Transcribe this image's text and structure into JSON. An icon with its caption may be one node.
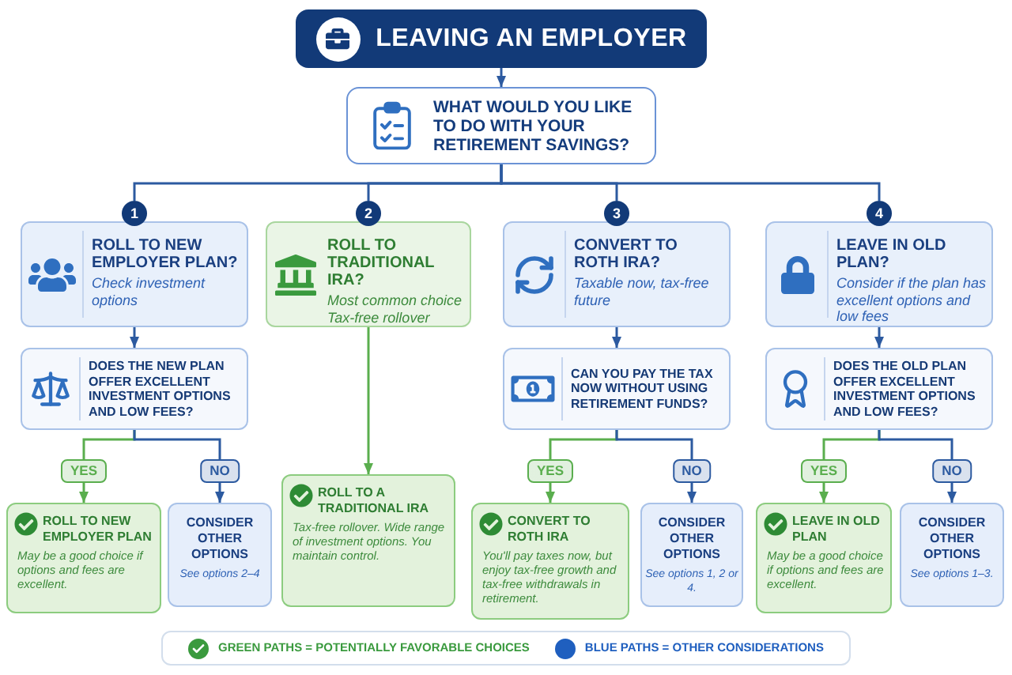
{
  "diagram": {
    "nodes": [
      {
        "text": [
          "LEAVING AN EMPLOYER"
        ]
      },
      {
        "text": [
          "WHAT WOULD YOU LIKE TO DO WITH YOUR RETIREMENT SAVINGS?"
        ]
      },
      {
        "text": [
          "1",
          "ROLL TO NEW EMPLOYER PLAN?",
          "Check investment options"
        ]
      },
      {
        "text": [
          "DOES THE NEW PLAN OFFER EXCELLENT INVESTMENT OPTIONS AND LOW FEES?"
        ]
      },
      {
        "text": [
          "ROLL TO NEW EMPLOYER PLAN",
          "May be a good choice if options and fees are excellent."
        ]
      },
      {
        "text": [
          "CONSIDER OTHER OPTIONS",
          "See options 2–4"
        ]
      },
      {
        "text": [
          "2",
          "ROLL TO TRADITIONAL IRA?",
          "Most common choice",
          "Tax-free rollover"
        ]
      },
      {
        "text": [
          "ROLL TO A TRADITIONAL IRA",
          "Tax-free rollover. Wide range of investment options. You maintain control."
        ]
      },
      {
        "text": [
          "3",
          "CONVERT TO ROTH IRA?",
          "Taxable now, tax-free future"
        ]
      },
      {
        "text": [
          "CAN YOU PAY THE TAX NOW WITHOUT USING RETIREMENT FUNDS?"
        ]
      },
      {
        "text": [
          "CONVERT TO ROTH IRA",
          "You'll pay taxes now, but enjoy tax-free growth and tax-free withdrawals in retirement."
        ]
      },
      {
        "text": [
          "CONSIDER OTHER OPTIONS",
          "See options 1, 2 or 4."
        ]
      },
      {
        "text": [
          "4",
          "LEAVE IN OLD PLAN?",
          "Consider if the plan has excellent options and low fees"
        ]
      },
      {
        "text": [
          "DOES THE OLD PLAN OFFER EXCELLENT INVESTMENT OPTIONS AND LOW FEES?"
        ]
      },
      {
        "text": [
          "LEAVE IN OLD PLAN",
          "May be a good choice if options and fees are excellent."
        ]
      },
      {
        "text": [
          "CONSIDER OTHER OPTIONS",
          "See options 1–3."
        ]
      }
    ],
    "edges": [
      {
        "from": 0,
        "to": 1,
        "arrow": "to"
      },
      {
        "from": 1,
        "to": 2,
        "arrow": "none"
      },
      {
        "from": 1,
        "to": 6,
        "arrow": "none"
      },
      {
        "from": 1,
        "to": 8,
        "arrow": "none"
      },
      {
        "from": 1,
        "to": 12,
        "arrow": "none"
      },
      {
        "from": 2,
        "to": 3,
        "arrow": "to"
      },
      {
        "from": 3,
        "to": 4,
        "arrow": "to",
        "label": "YES",
        "color": "#5aae4e"
      },
      {
        "from": 3,
        "to": 5,
        "arrow": "to",
        "label": "NO"
      },
      {
        "from": 6,
        "to": 7,
        "arrow": "to",
        "color": "#5aae4e"
      },
      {
        "from": 8,
        "to": 9,
        "arrow": "to"
      },
      {
        "from": 9,
        "to": 10,
        "arrow": "to",
        "label": "YES",
        "color": "#5aae4e"
      },
      {
        "from": 9,
        "to": 11,
        "arrow": "to",
        "label": "NO"
      },
      {
        "from": 12,
        "to": 13,
        "arrow": "to"
      },
      {
        "from": 13,
        "to": 14,
        "arrow": "to",
        "label": "YES",
        "color": "#5aae4e"
      },
      {
        "from": 13,
        "to": 15,
        "arrow": "to",
        "label": "NO"
      }
    ],
    "legend": [
      {
        "text": "GREEN PATHS = POTENTIALLY FAVORABLE CHOICES",
        "color": "#3a9a3e"
      },
      {
        "text": "BLUE PATHS = OTHER CONSIDERATIONS",
        "color": "#1f5fbf"
      }
    ]
  }
}
